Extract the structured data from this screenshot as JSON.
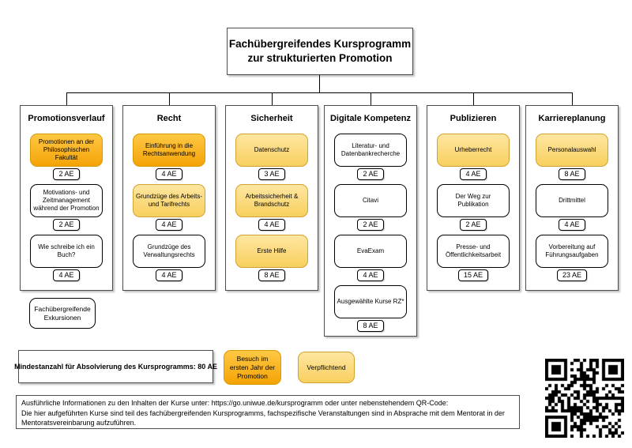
{
  "title": {
    "line1": "Fachübergreifendes Kursprogramm",
    "line2": "zur strukturierten Promotion"
  },
  "colors": {
    "first_year_orange": "#F4A306",
    "mandatory_yellow": "#F8D05E"
  },
  "columns": [
    {
      "header": "Promotionsverlauf",
      "courses": [
        {
          "title": "Promotionen an der Philosophischen Fakultät",
          "ae": "2 AE",
          "type": "orange"
        },
        {
          "title": "Motivations- und Zeitmanagement während der Promotion",
          "ae": "2 AE",
          "type": "white"
        },
        {
          "title": "Wie schreibe ich ein Buch?",
          "ae": "4 AE",
          "type": "white"
        }
      ]
    },
    {
      "header": "Recht",
      "courses": [
        {
          "title": "Einführung in die Rechtsanwendung",
          "ae": "4 AE",
          "type": "orange"
        },
        {
          "title": "Grundzüge des Arbeits- und Tarifrechts",
          "ae": "4 AE",
          "type": "yellow"
        },
        {
          "title": "Grundzüge des Verwaltungsrechts",
          "ae": "4 AE",
          "type": "white"
        }
      ]
    },
    {
      "header": "Sicherheit",
      "courses": [
        {
          "title": "Datenschutz",
          "ae": "3 AE",
          "type": "yellow"
        },
        {
          "title": "Arbeitssicherheit & Brandschutz",
          "ae": "4 AE",
          "type": "yellow"
        },
        {
          "title": "Erste Hilfe",
          "ae": "8 AE",
          "type": "yellow"
        }
      ]
    },
    {
      "header": "Digitale Kompetenz",
      "courses": [
        {
          "title": "Literatur- und Datenbankrecherche",
          "ae": "2 AE",
          "type": "white"
        },
        {
          "title": "Citavi",
          "ae": "2 AE",
          "type": "white"
        },
        {
          "title": "EvaExam",
          "ae": "4 AE",
          "type": "white"
        },
        {
          "title": "Ausgewählte Kurse RZ*",
          "ae": "8 AE",
          "type": "white"
        }
      ]
    },
    {
      "header": "Publizieren",
      "courses": [
        {
          "title": "Urheberrecht",
          "ae": "4 AE",
          "type": "yellow"
        },
        {
          "title": "Der Weg zur Publikation",
          "ae": "2 AE",
          "type": "white"
        },
        {
          "title": "Presse- und Öffentlichkeitsarbeit",
          "ae": "15 AE",
          "type": "white"
        }
      ]
    },
    {
      "header": "Karriereplanung",
      "courses": [
        {
          "title": "Personalauswahl",
          "ae": "8 AE",
          "type": "yellow"
        },
        {
          "title": "Drittmittel",
          "ae": "4 AE",
          "type": "white"
        },
        {
          "title": "Vorbereitung auf Führungsaufgaben",
          "ae": "23 AE",
          "type": "white"
        }
      ]
    }
  ],
  "extra_box": "Fachübergreifende Exkursionen",
  "legend": {
    "min_total": "Mindestanzahl für Absolvierung des Kursprogramms: 80 AE",
    "first_year": "Besuch im ersten Jahr der Promotion",
    "mandatory": "Verpflichtend"
  },
  "footer": {
    "line1": "Ausführliche Informationen zu den Inhalten der Kurse unter: https://go.uniwue.de/kursprogramm oder unter nebenstehendem QR-Code:",
    "line2": "Die hier aufgeführten Kurse sind teil des fachübergreifenden Kursprogramms, fachspezifische Veranstaltungen sind in Absprache mit dem Mentorat in der",
    "line3": "Mentoratsvereinbarung aufzuführen."
  }
}
